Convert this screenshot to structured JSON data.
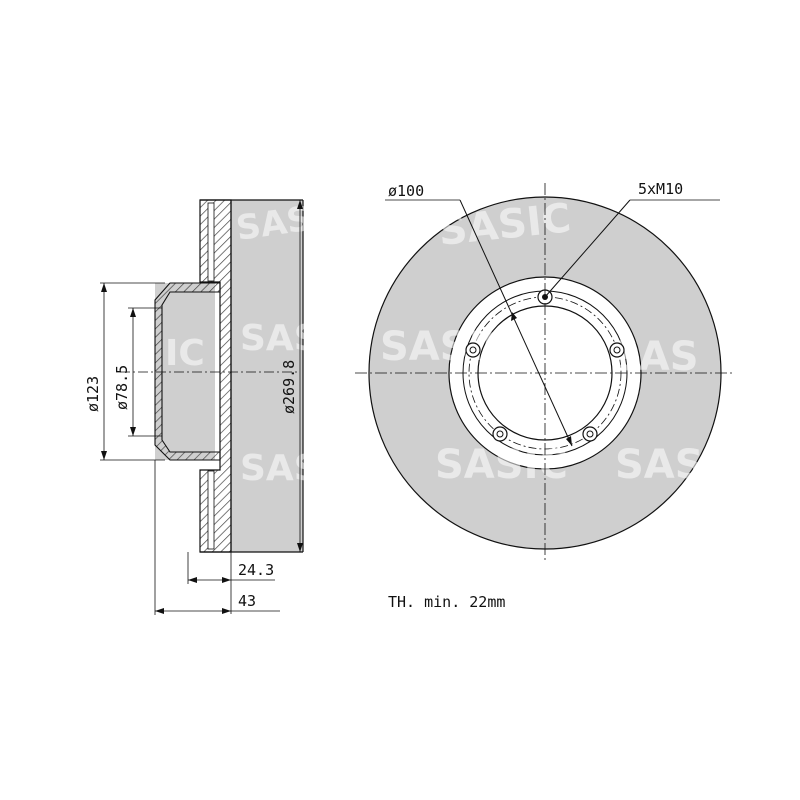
{
  "brand": {
    "watermark_text": "SASIC"
  },
  "colors": {
    "disc_fill": "#cfcfcf",
    "line": "#111111",
    "hatch": "#444444",
    "background": "#ffffff"
  },
  "side_view": {
    "dim_outer_diameter": "ø269.8",
    "dim_hub_diameter": "ø123",
    "dim_center_bore": "ø78.5",
    "dim_disc_thickness": "24.3",
    "dim_total_height": "43"
  },
  "front_view": {
    "dim_bolt_circle": "ø100",
    "dim_bolt_holes": "5xM10",
    "min_thickness_note": "TH. min. 22mm"
  }
}
